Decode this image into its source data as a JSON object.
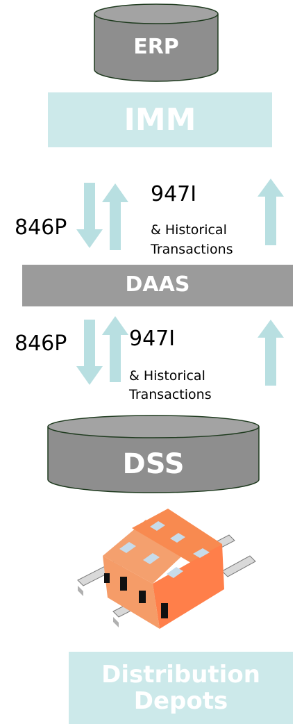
{
  "colors": {
    "teal_box": "#cce9ea",
    "arrow": "#b8dfe1",
    "grey_bar": "#9b9b9b",
    "cylinder": "#8e8e8e",
    "cylinder_outline": "#1e3a1e"
  },
  "nodes": {
    "erp": "ERP",
    "imm": "IMM",
    "daas": "DAAS",
    "dss": "DSS",
    "depots_line1": "Distribution",
    "depots_line2": "Depots"
  },
  "upper_flows": {
    "down_code": "846P",
    "up_code": "947I",
    "historical_line1": "& Historical",
    "historical_line2": "Transactions"
  },
  "lower_flows": {
    "down_code": "846P",
    "up_code": "947I",
    "historical_line1": "& Historical",
    "historical_line2": "Transactions"
  },
  "icons": {
    "depot": "warehouse-building-icon"
  }
}
